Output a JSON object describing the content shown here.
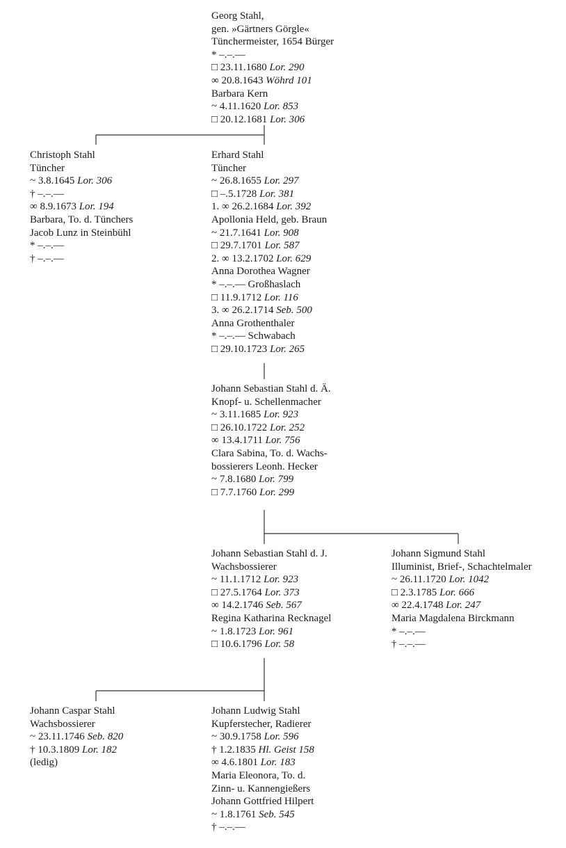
{
  "persons": {
    "georg": {
      "lines": [
        {
          "text": "Georg Stahl,",
          "ref": ""
        },
        {
          "text": "gen. »Gärtners Görgle«",
          "ref": ""
        },
        {
          "text": "Tünchermeister, 1654 Bürger",
          "ref": ""
        },
        {
          "text": "* –.–.—",
          "ref": ""
        },
        {
          "text": "□ 23.11.1680 ",
          "ref": "Lor. 290"
        },
        {
          "text": "∞ 20.8.1643 ",
          "ref": "Wöhrd 101"
        },
        {
          "text": "Barbara Kern",
          "ref": ""
        },
        {
          "text": "~ 4.11.1620 ",
          "ref": "Lor. 853"
        },
        {
          "text": "□ 20.12.1681 ",
          "ref": "Lor. 306"
        }
      ]
    },
    "christoph": {
      "lines": [
        {
          "text": "Christoph Stahl",
          "ref": ""
        },
        {
          "text": "Tüncher",
          "ref": ""
        },
        {
          "text": "~ 3.8.1645 ",
          "ref": "Lor. 306"
        },
        {
          "text": "† –.–.—",
          "ref": ""
        },
        {
          "text": "∞ 8.9.1673 ",
          "ref": "Lor. 194"
        },
        {
          "text": "Barbara, To. d. Tünchers",
          "ref": ""
        },
        {
          "text": "Jacob Lunz in Steinbühl",
          "ref": ""
        },
        {
          "text": "* –.–.—",
          "ref": ""
        },
        {
          "text": "† –.–.—",
          "ref": ""
        }
      ]
    },
    "erhard": {
      "lines": [
        {
          "text": "Erhard Stahl",
          "ref": ""
        },
        {
          "text": "Tüncher",
          "ref": ""
        },
        {
          "text": "~ 26.8.1655 ",
          "ref": "Lor. 297"
        },
        {
          "text": "□ –.5.1728 ",
          "ref": "Lor. 381"
        },
        {
          "text": "1. ∞ 26.2.1684 ",
          "ref": "Lor. 392"
        },
        {
          "text": "Apollonia Held, geb. Braun",
          "ref": ""
        },
        {
          "text": "~ 21.7.1641 ",
          "ref": "Lor. 908"
        },
        {
          "text": "□ 29.7.1701 ",
          "ref": "Lor. 587"
        },
        {
          "text": "2. ∞ 13.2.1702 ",
          "ref": "Lor. 629"
        },
        {
          "text": "Anna Dorothea Wagner",
          "ref": ""
        },
        {
          "text": "* –.–.— Großhaslach",
          "ref": ""
        },
        {
          "text": "□ 11.9.1712 ",
          "ref": "Lor. 116"
        },
        {
          "text": "3. ∞ 26.2.1714 ",
          "ref": "Seb. 500"
        },
        {
          "text": "Anna Grothenthaler",
          "ref": ""
        },
        {
          "text": "* –.–.— Schwabach",
          "ref": ""
        },
        {
          "text": "□ 29.10.1723 ",
          "ref": "Lor. 265"
        }
      ]
    },
    "jsa": {
      "lines": [
        {
          "text": "Johann Sebastian Stahl d. Ä.",
          "ref": ""
        },
        {
          "text": "Knopf- u. Schellenmacher",
          "ref": ""
        },
        {
          "text": "~ 3.11.1685 ",
          "ref": "Lor. 923"
        },
        {
          "text": "□ 26.10.1722 ",
          "ref": "Lor. 252"
        },
        {
          "text": "∞ 13.4.1711 ",
          "ref": "Lor. 756"
        },
        {
          "text": "Clara Sabina, To. d. Wachs-",
          "ref": ""
        },
        {
          "text": "bossierers Leonh. Hecker",
          "ref": ""
        },
        {
          "text": "~ 7.8.1680 ",
          "ref": "Lor. 799"
        },
        {
          "text": "□ 7.7.1760 ",
          "ref": "Lor. 299"
        }
      ]
    },
    "jsj": {
      "lines": [
        {
          "text": "Johann Sebastian Stahl d. J.",
          "ref": ""
        },
        {
          "text": "Wachsbossierer",
          "ref": ""
        },
        {
          "text": "~ 11.1.1712 ",
          "ref": "Lor. 923"
        },
        {
          "text": "□ 27.5.1764 ",
          "ref": "Lor. 373"
        },
        {
          "text": "∞ 14.2.1746 ",
          "ref": "Seb. 567"
        },
        {
          "text": "Regina Katharina Recknagel",
          "ref": ""
        },
        {
          "text": "~ 1.8.1723 ",
          "ref": "Lor. 961"
        },
        {
          "text": "□ 10.6.1796 ",
          "ref": "Lor. 58"
        }
      ]
    },
    "jsig": {
      "lines": [
        {
          "text": "Johann Sigmund Stahl",
          "ref": ""
        },
        {
          "text": "Illuminist, Brief-, Schachtelmaler",
          "ref": ""
        },
        {
          "text": "~ 26.11.1720 ",
          "ref": "Lor. 1042"
        },
        {
          "text": "□ 2.3.1785 ",
          "ref": "Lor. 666"
        },
        {
          "text": "∞ 22.4.1748 ",
          "ref": "Lor. 247"
        },
        {
          "text": "Maria Magdalena Birckmann",
          "ref": ""
        },
        {
          "text": "* –.–.—",
          "ref": ""
        },
        {
          "text": "† –.–.—",
          "ref": ""
        }
      ]
    },
    "caspar": {
      "lines": [
        {
          "text": "Johann Caspar Stahl",
          "ref": ""
        },
        {
          "text": "Wachsbossierer",
          "ref": ""
        },
        {
          "text": "~ 23.11.1746 ",
          "ref": "Seb. 820"
        },
        {
          "text": "† 10.3.1809 ",
          "ref": "Lor. 182"
        },
        {
          "text": "(ledig)",
          "ref": ""
        }
      ]
    },
    "ludwig": {
      "lines": [
        {
          "text": "Johann Ludwig Stahl",
          "ref": ""
        },
        {
          "text": "Kupferstecher, Radierer",
          "ref": ""
        },
        {
          "text": "~ 30.9.1758 ",
          "ref": "Lor. 596"
        },
        {
          "text": "† 1.2.1835 ",
          "ref": "Hl. Geist 158"
        },
        {
          "text": "∞ 4.6.1801 ",
          "ref": "Lor. 183"
        },
        {
          "text": "Maria Eleonora, To. d.",
          "ref": ""
        },
        {
          "text": "Zinn- u. Kannengießers",
          "ref": ""
        },
        {
          "text": "Johann Gottfried Hilpert",
          "ref": ""
        },
        {
          "text": "~ 1.8.1761 ",
          "ref": "Seb. 545"
        },
        {
          "text": "† –.–.—",
          "ref": ""
        }
      ]
    }
  }
}
